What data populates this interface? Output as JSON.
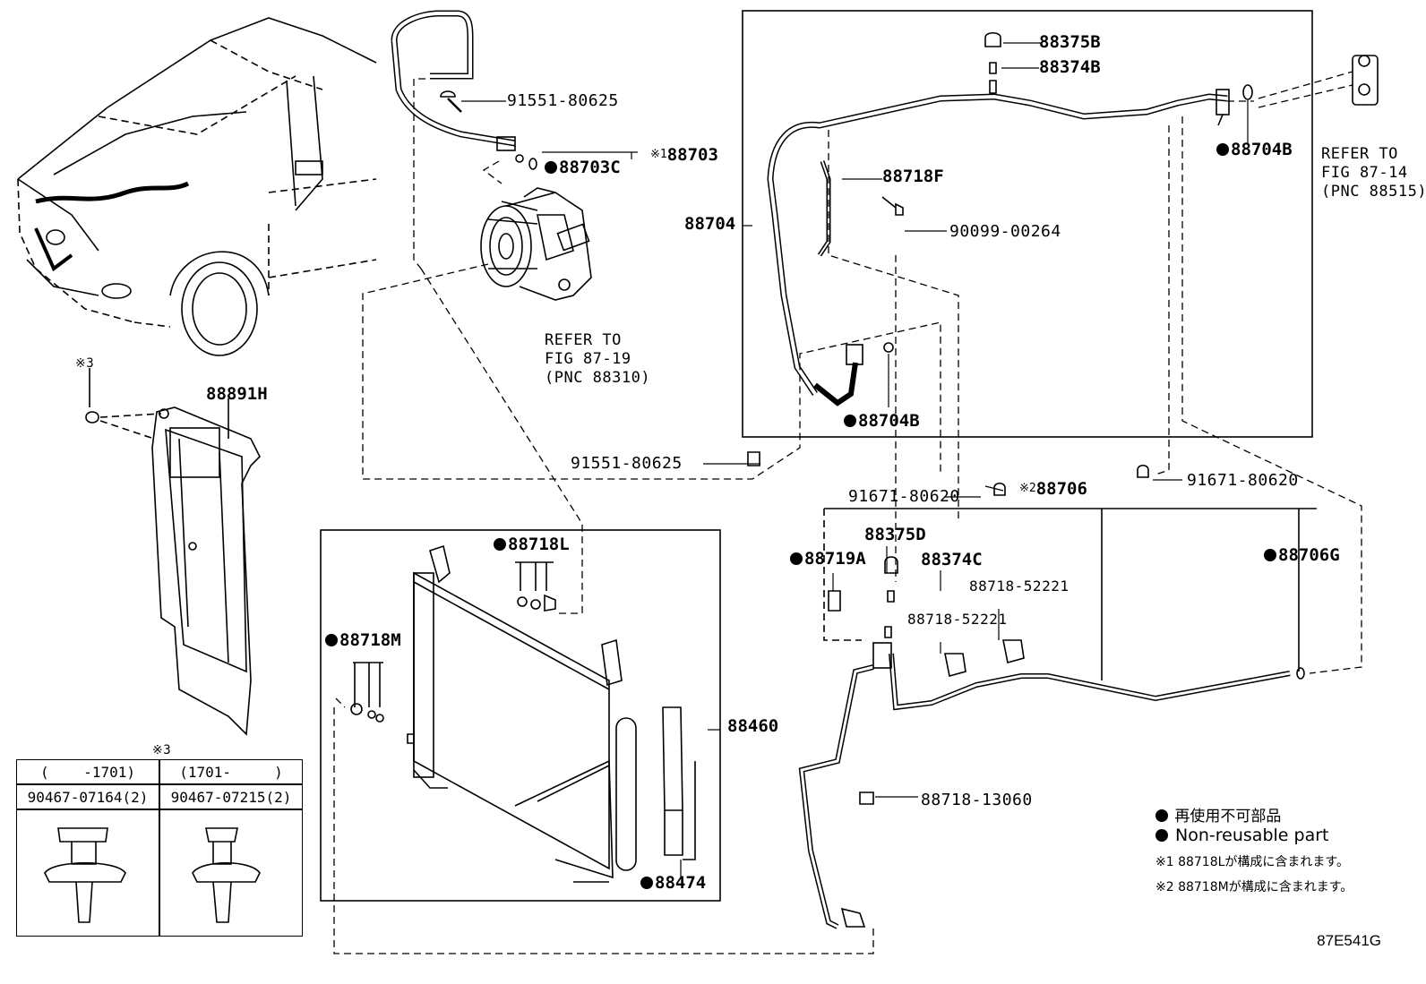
{
  "parts": {
    "p88375B": "88375B",
    "p88374B": "88374B",
    "p91551_top": "91551-80625",
    "p88703C": "88703C",
    "p88703": "88703",
    "note1": "※1",
    "p88704B_right": "88704B",
    "p88718F": "88718F",
    "p88704": "88704",
    "p90099": "90099-00264",
    "p88704B_low": "88704B",
    "p88891H": "88891H",
    "note3_top": "※3",
    "p91551_mid": "91551-80625",
    "p91671_left": "91671-80620",
    "note2": "※2",
    "p88706": "88706",
    "p91671_right": "91671-80620",
    "p88375D": "88375D",
    "p88719A": "88719A",
    "p88374C": "88374C",
    "p88706G": "88706G",
    "p88718L": "88718L",
    "p88718_52221_a": "88718-52221",
    "p88718_52221_b": "88718-52221",
    "p88718M": "88718M",
    "p88460": "88460",
    "p88474": "88474",
    "p88718_13060": "88718-13060"
  },
  "refs": {
    "compressor": "REFER TO\nFIG 87-19\n(PNC 88310)",
    "valve": "REFER TO\nFIG 87-14\n(PNC 88515)"
  },
  "table": {
    "mark": "※3",
    "col1_header": "(    -1701)",
    "col2_header": "(1701-     )",
    "col1_part": "90467-07164(2)",
    "col2_part": "90467-07215(2)"
  },
  "legend": {
    "jp": "再使用不可部品",
    "en": "Non-reusable part",
    "note1": "※1 88718Lが構成に含まれます。",
    "note2": "※2 88718Mが構成に含まれます。"
  },
  "figure_id": "87E541G"
}
